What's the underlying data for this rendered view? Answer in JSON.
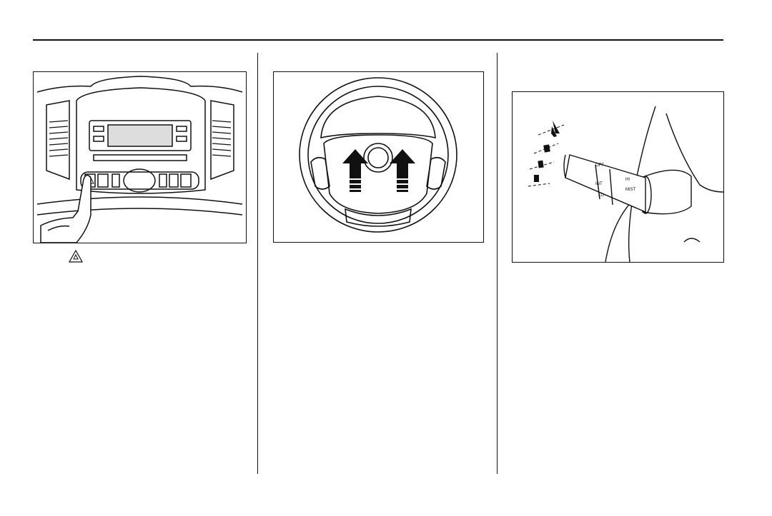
{
  "page": {
    "left_caption": {
      "icon": "hazard-warning-triangle-icon",
      "text": ""
    },
    "figures": [
      {
        "name": "hazard-button-figure",
        "icon": "hazard-warning-button"
      },
      {
        "name": "steering-wheel-figure",
        "icon": "steering-wheel-with-two-up-arrows"
      },
      {
        "name": "wiper-stalk-figure",
        "icon": "wiper-washer-control-lever"
      }
    ],
    "wiper_labels": [
      "OFF",
      "INT",
      "LO",
      "HI",
      "MIST"
    ],
    "colors": {
      "ink": "#111111",
      "paper": "#ffffff"
    }
  }
}
